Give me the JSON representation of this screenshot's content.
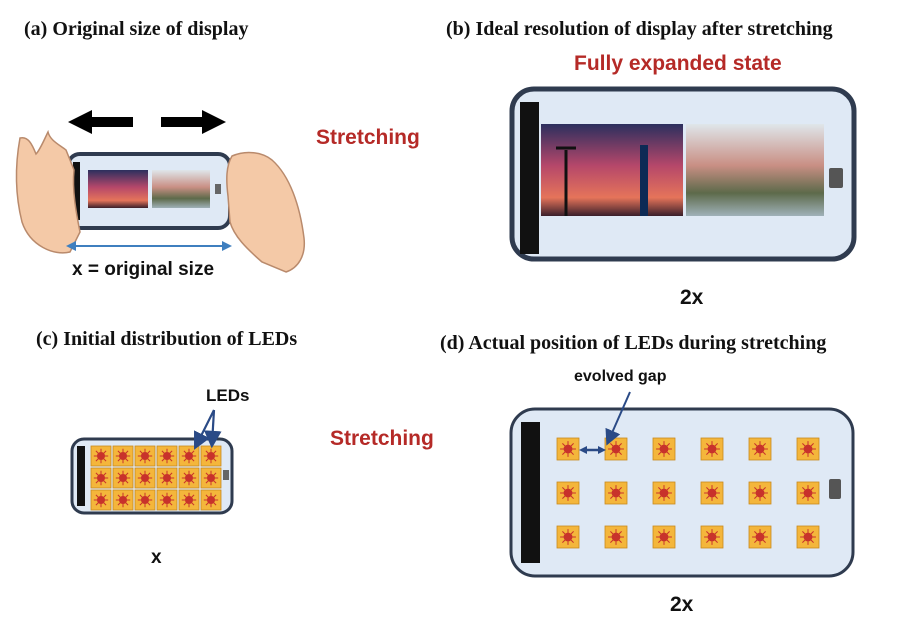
{
  "panels": {
    "a": {
      "title": "(a) Original size of display",
      "caption": "x = original size"
    },
    "b": {
      "title": "(b) Ideal resolution of display after stretching",
      "state": "Fully expanded state",
      "caption": "2x"
    },
    "c": {
      "title": "(c) Initial distribution of LEDs",
      "annotation": "LEDs",
      "caption": "x"
    },
    "d": {
      "title": "(d) Actual position of LEDs during stretching",
      "annotation": "evolved gap",
      "caption": "2x"
    }
  },
  "transitions": {
    "top": "Stretching",
    "bottom": "Stretching"
  },
  "colors": {
    "accent_red": "#b52a27",
    "device_frame": "#2f3b4f",
    "screen_bg": "#dfe9f5",
    "led_square": "#f4b63b",
    "led_core": "#c8322b",
    "dimension_blue": "#3f7fbf"
  },
  "icons": [
    "left-arrow-icon",
    "right-arrow-icon",
    "hand-icon",
    "led-icon",
    "double-arrow-icon"
  ]
}
